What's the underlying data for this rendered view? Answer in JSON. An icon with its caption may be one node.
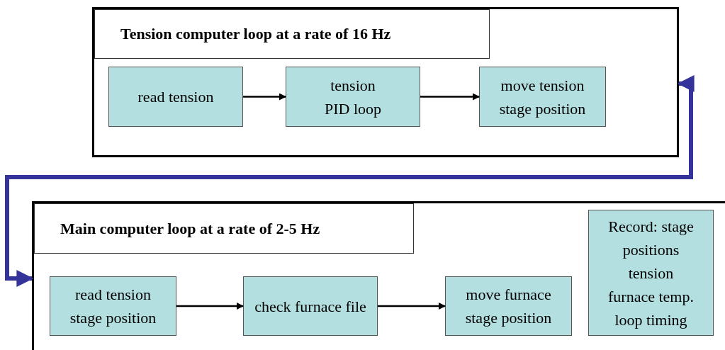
{
  "diagram": {
    "nodes": [
      {
        "text": [
          "Tension computer loop at a rate of 16 Hz"
        ]
      },
      {
        "text": [
          "read tension"
        ],
        "in": 0
      },
      {
        "text": [
          "tension PID loop"
        ],
        "in": 0
      },
      {
        "text": [
          "move tension stage position"
        ],
        "in": 0
      },
      {
        "text": [
          "Main computer loop at a rate of 2-5 Hz"
        ]
      },
      {
        "text": [
          "read tension stage position"
        ],
        "in": 4
      },
      {
        "text": [
          "check furnace file"
        ],
        "in": 4
      },
      {
        "text": [
          "move furnace stage position"
        ],
        "in": 4
      },
      {
        "text": [
          "Record: stage positions tension furnace temp. loop timing"
        ],
        "in": 4
      }
    ],
    "edges": [
      {
        "from": 1,
        "to": 2,
        "arrow": "to"
      },
      {
        "from": 2,
        "to": 3,
        "arrow": "to"
      },
      {
        "from": 5,
        "to": 6,
        "arrow": "to"
      },
      {
        "from": 6,
        "to": 7,
        "arrow": "to"
      },
      {
        "from": 4,
        "to": 0,
        "arrow": "both",
        "style": "thick",
        "color": "#333399"
      }
    ]
  }
}
